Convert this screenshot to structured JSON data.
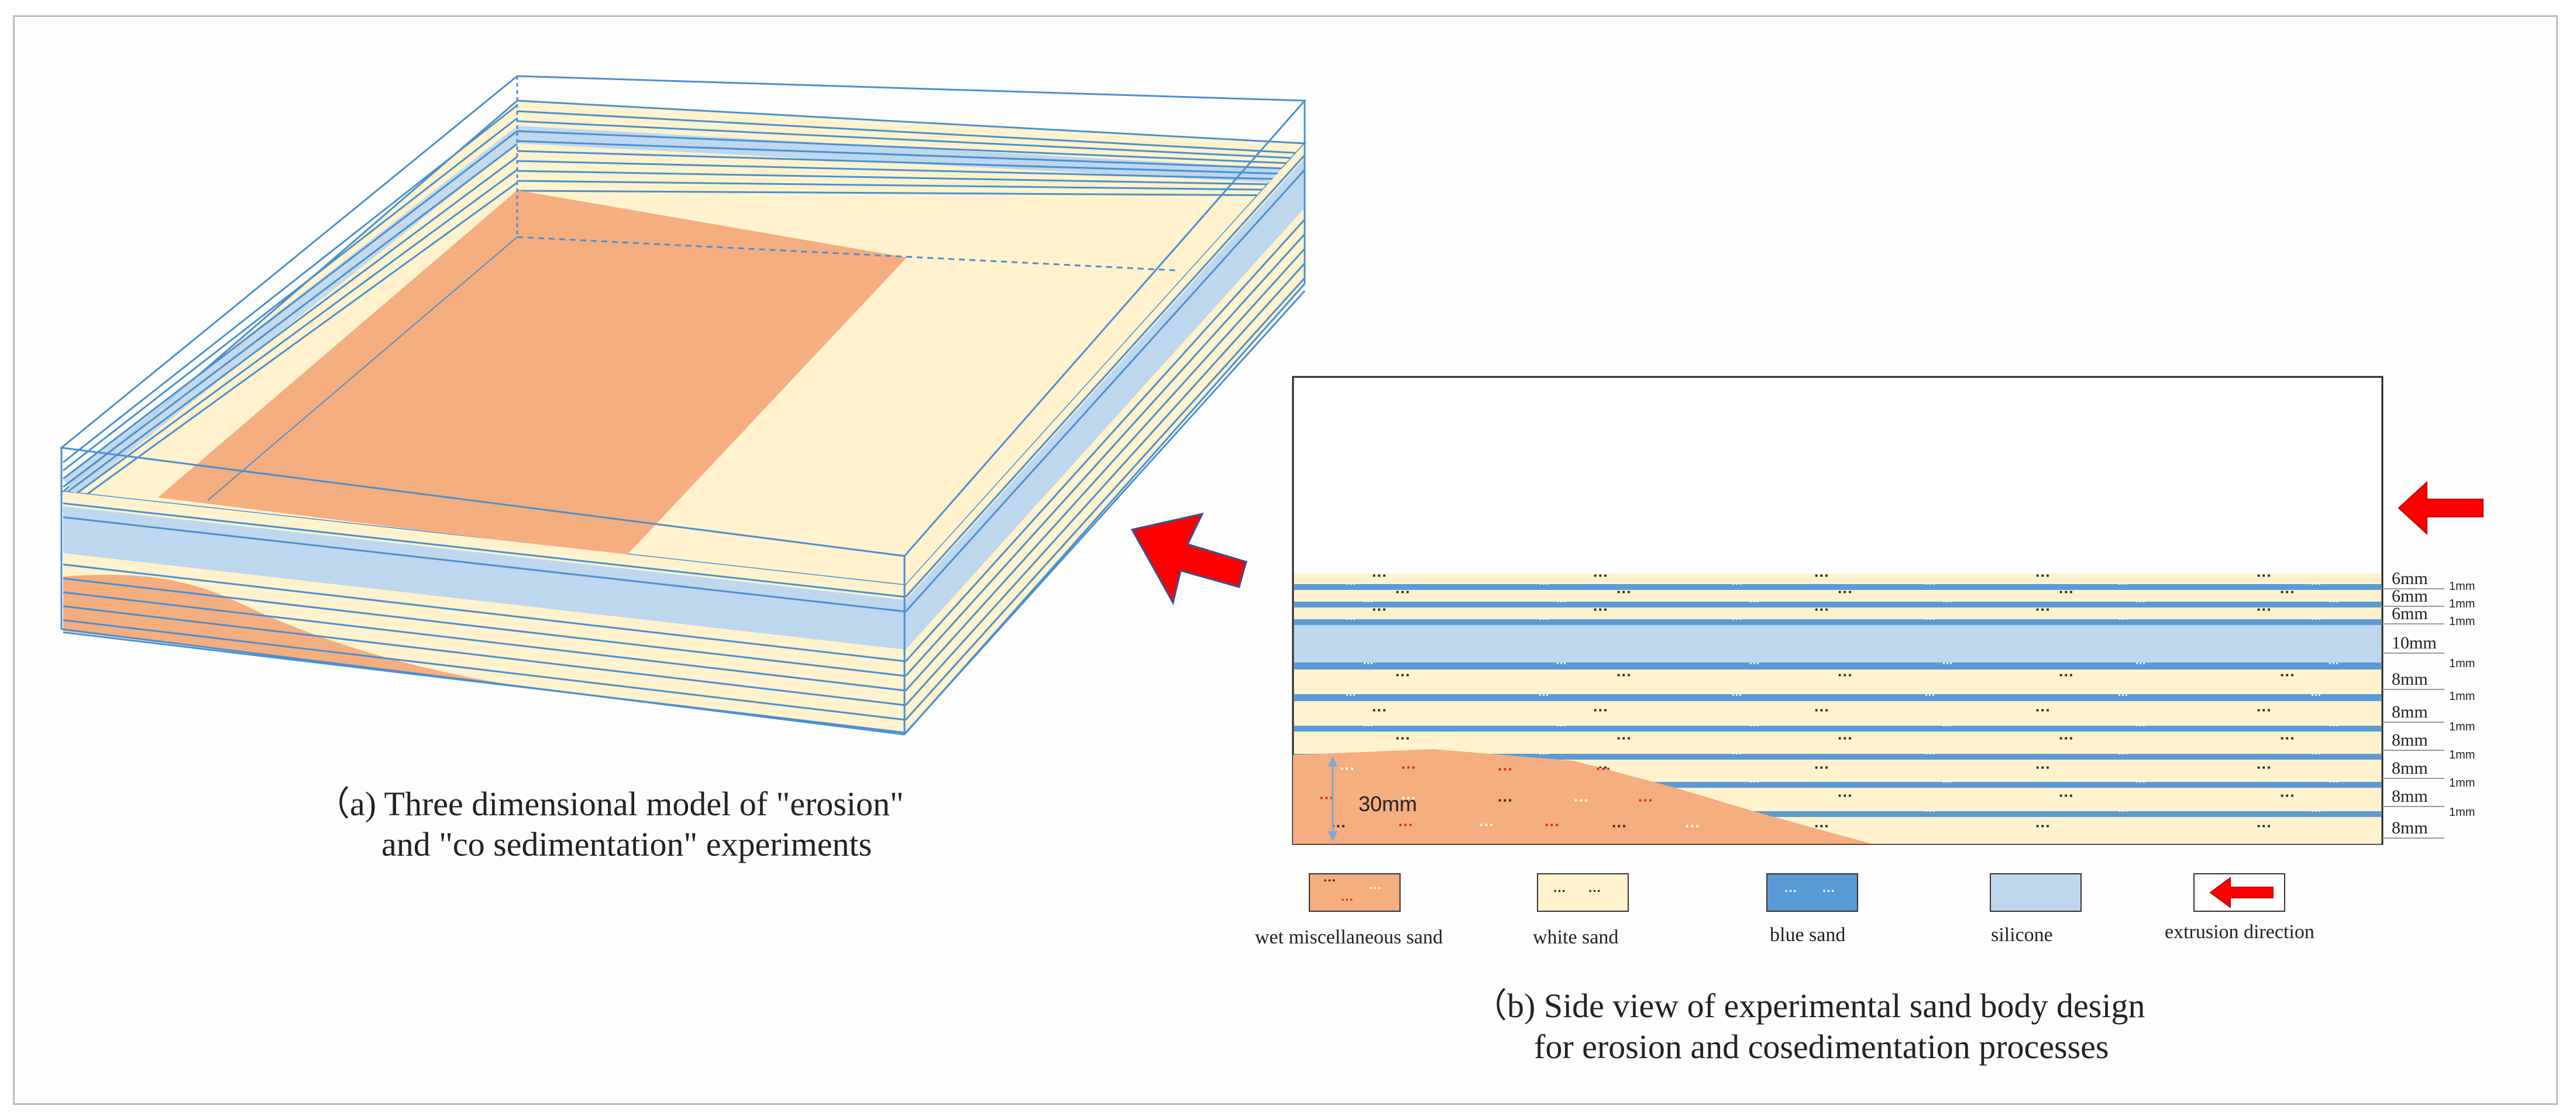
{
  "captions": {
    "a_line1": "（a) Three dimensional model of \"erosion\"",
    "a_line2": "and \"co sedimentation\" experiments",
    "b_line1": "（b) Side view of experimental sand body design",
    "b_line2": "for erosion and cosedimentation processes"
  },
  "side_view": {
    "thickness_labels": [
      "6mm",
      "6mm",
      "6mm",
      "10mm",
      "8mm",
      "8mm",
      "8mm",
      "8mm",
      "8mm",
      "8mm"
    ],
    "thin_labels": [
      "1mm",
      "1mm",
      "1mm",
      "1mm",
      "1mm",
      "1mm",
      "1mm",
      "1mm",
      "1mm"
    ],
    "wedge_height_label": "30mm",
    "dots_symbol": "···"
  },
  "legend": {
    "items": [
      {
        "label": "wet miscellaneous sand",
        "swatch": "wet-sand"
      },
      {
        "label": "white sand",
        "swatch": "white-sand"
      },
      {
        "label": "blue sand",
        "swatch": "blue-sand"
      },
      {
        "label": "silicone",
        "swatch": "silicone"
      },
      {
        "label": "extrusion direction",
        "swatch": "arrow"
      }
    ]
  },
  "colors": {
    "wet_sand": "#f4ae80",
    "white_sand": "#fff2cc",
    "blue_sand": "#5b9bd5",
    "silicone": "#bdd7ee",
    "frame_line": "#4a8fd0",
    "arrow": "#ff0000"
  }
}
